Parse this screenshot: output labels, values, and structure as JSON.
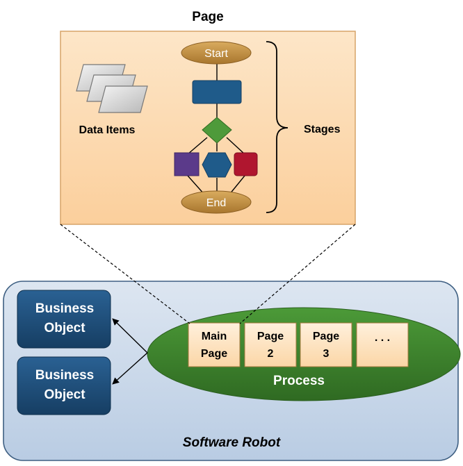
{
  "page": {
    "title": "Page",
    "data_items_label": "Data Items",
    "stages_label": "Stages",
    "start_label": "Start",
    "end_label": "End"
  },
  "robot": {
    "label": "Software Robot",
    "business_objects": [
      {
        "line1": "Business",
        "line2": "Object"
      },
      {
        "line1": "Business",
        "line2": "Object"
      }
    ],
    "process_label": "Process",
    "pages": [
      {
        "line1": "Main",
        "line2": "Page"
      },
      {
        "line1": "Page",
        "line2": "2"
      },
      {
        "line1": "Page",
        "line2": "3"
      },
      {
        "line1": ". . .",
        "line2": ""
      }
    ]
  },
  "colors": {
    "page_panel": "#fcd9b0",
    "robot_panel": "#cfdcec",
    "business_object": "#1f4e79",
    "process": "#3a7d2c",
    "terminal": "#b8863b",
    "action": "#1f5b8a",
    "decision": "#4e9a3a",
    "purple": "#5b3a8a",
    "red": "#b0162f"
  }
}
